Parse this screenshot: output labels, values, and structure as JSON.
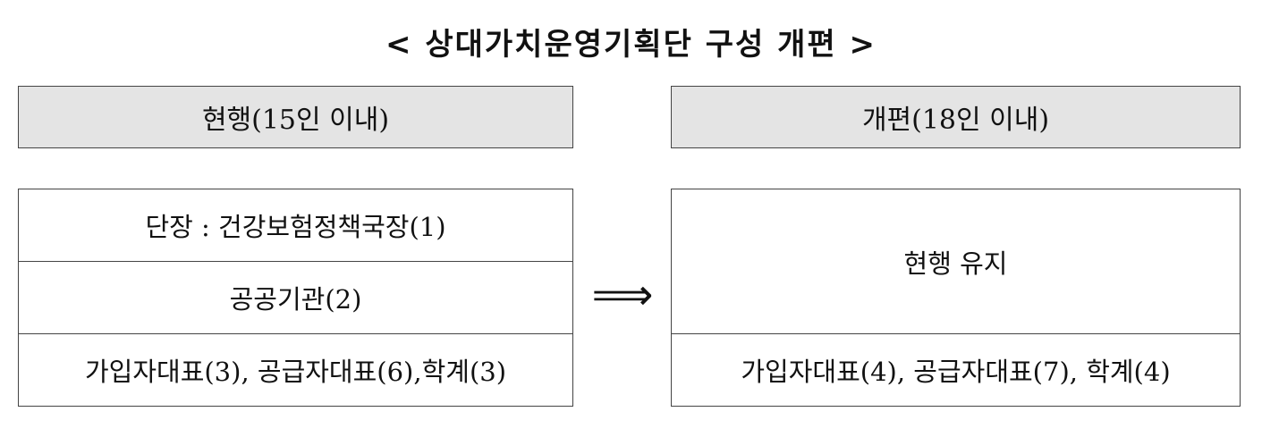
{
  "title": "< 상대가치운영기획단 구성 개편 >",
  "left": {
    "header": "현행(15인 이내)",
    "rows": [
      "단장 : 건강보험정책국장(1)",
      "공공기관(2)",
      "가입자대표(3), 공급자대표(6),학계(3)"
    ]
  },
  "arrow": "⟹",
  "right": {
    "header": "개편(18인 이내)",
    "rows": [
      "현행 유지",
      "가입자대표(4), 공급자대표(7), 학계(4)"
    ]
  }
}
